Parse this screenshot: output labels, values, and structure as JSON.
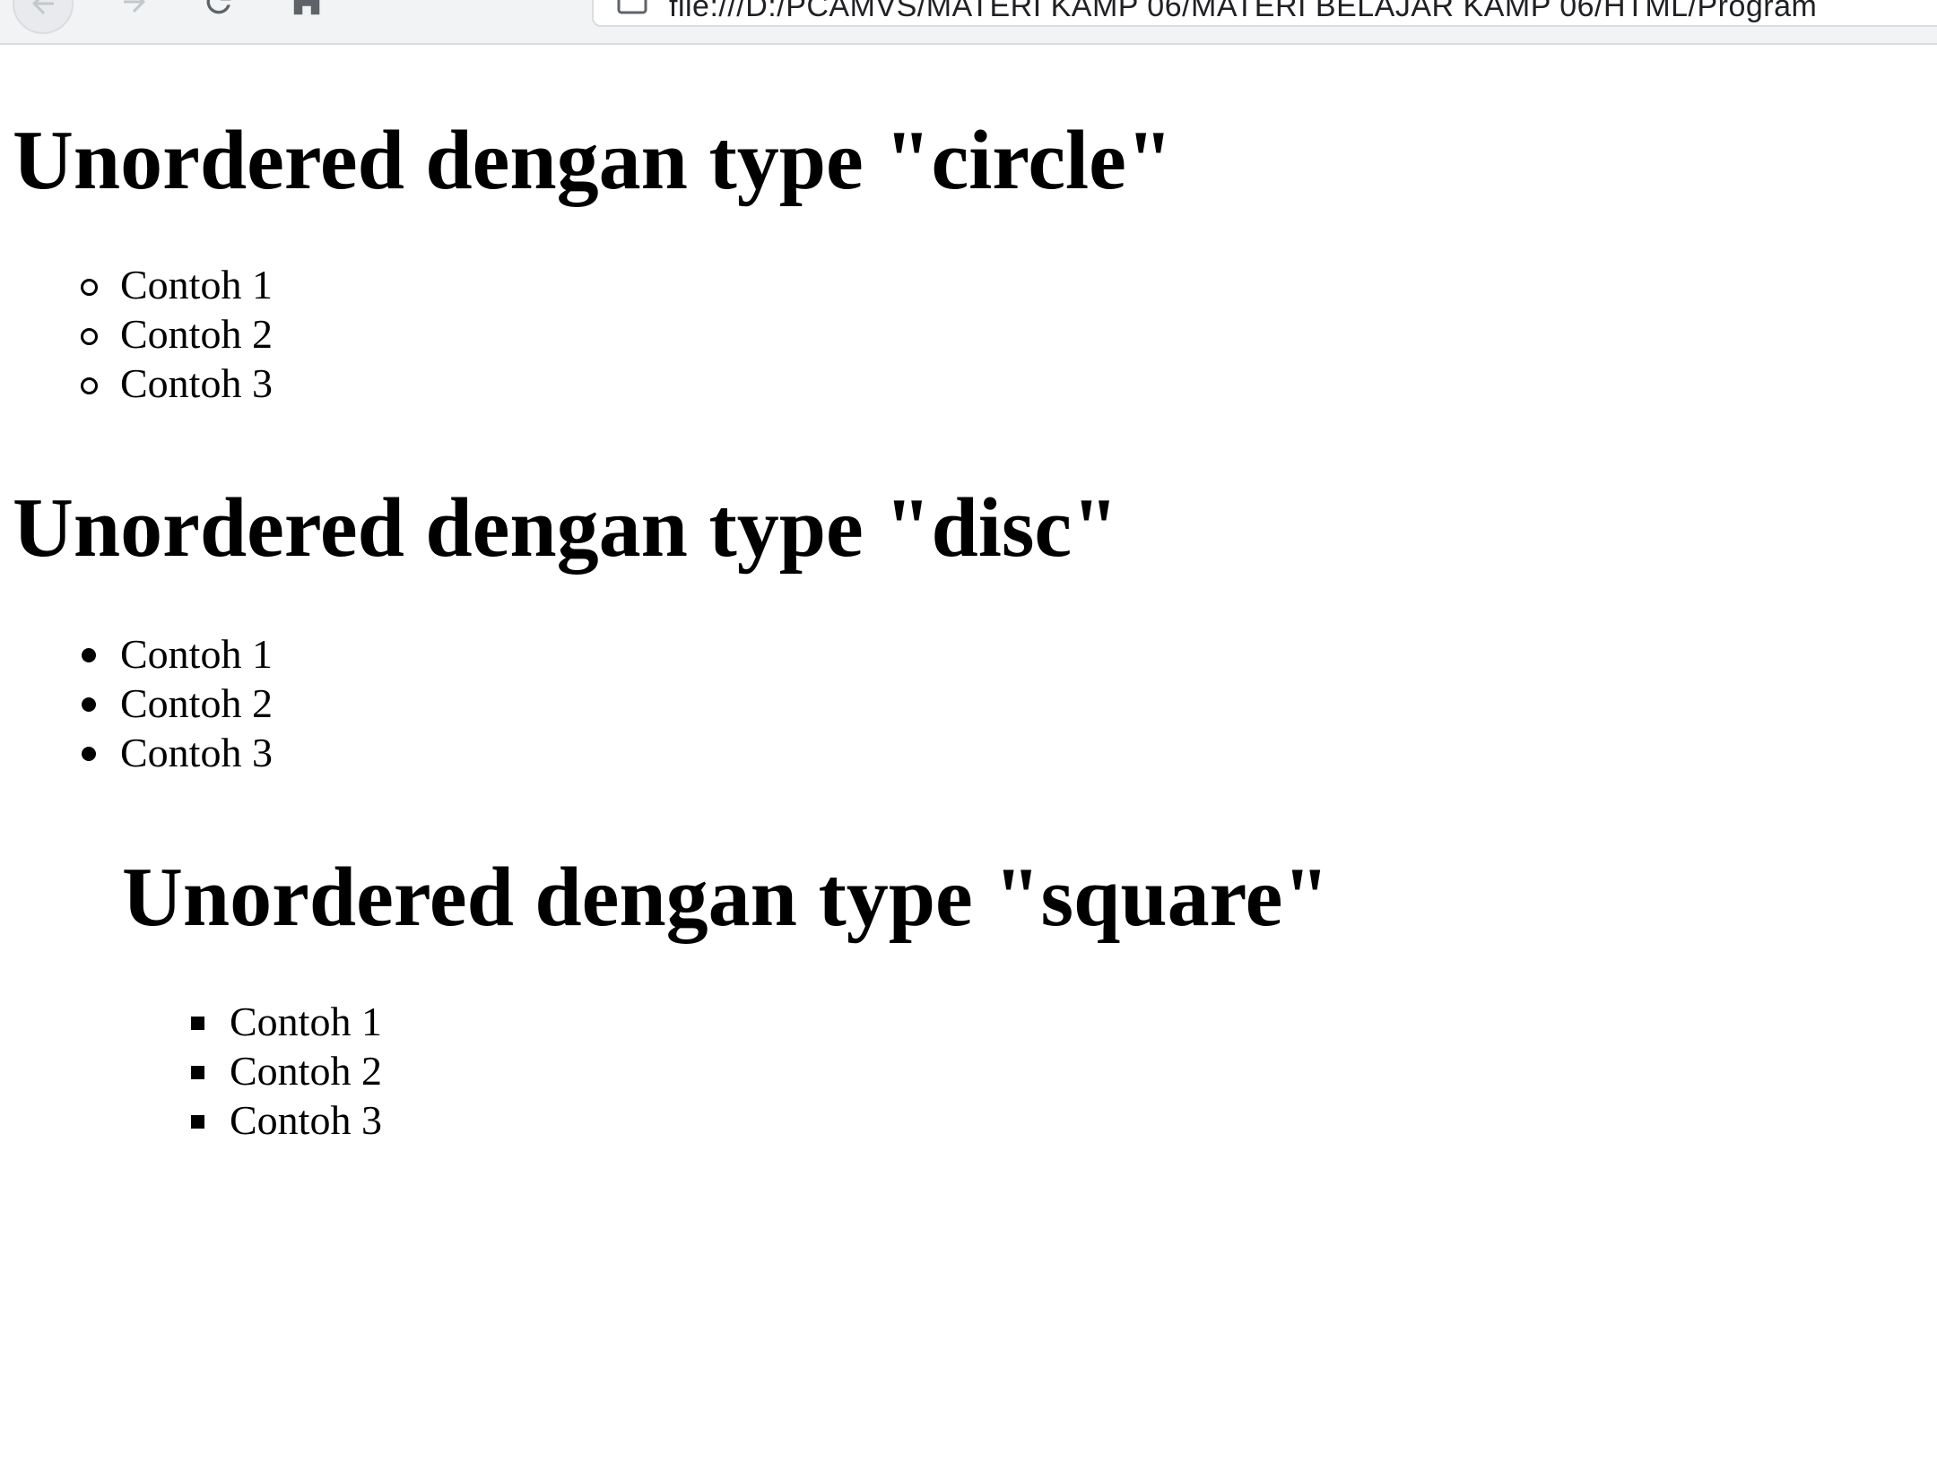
{
  "browser": {
    "url": "file:///D:/PCAMVS/MATERI KAMP 06/MATERI BELAJAR KAMP 06/HTML/Program"
  },
  "page": {
    "sections": [
      {
        "heading": "Unordered dengan type \"circle\"",
        "list_type": "circle",
        "items": [
          "Contoh 1",
          "Contoh 2",
          "Contoh 3"
        ]
      },
      {
        "heading": "Unordered dengan type \"disc\"",
        "list_type": "disc",
        "items": [
          "Contoh 1",
          "Contoh 2",
          "Contoh 3"
        ]
      },
      {
        "heading": "Unordered dengan type \"square\"",
        "list_type": "square",
        "items": [
          "Contoh 1",
          "Contoh 2",
          "Contoh 3"
        ]
      }
    ]
  },
  "icons": {
    "back": "arrow-left-icon",
    "forward": "arrow-right-icon",
    "reload": "reload-icon",
    "home": "home-icon",
    "file": "file-icon"
  }
}
